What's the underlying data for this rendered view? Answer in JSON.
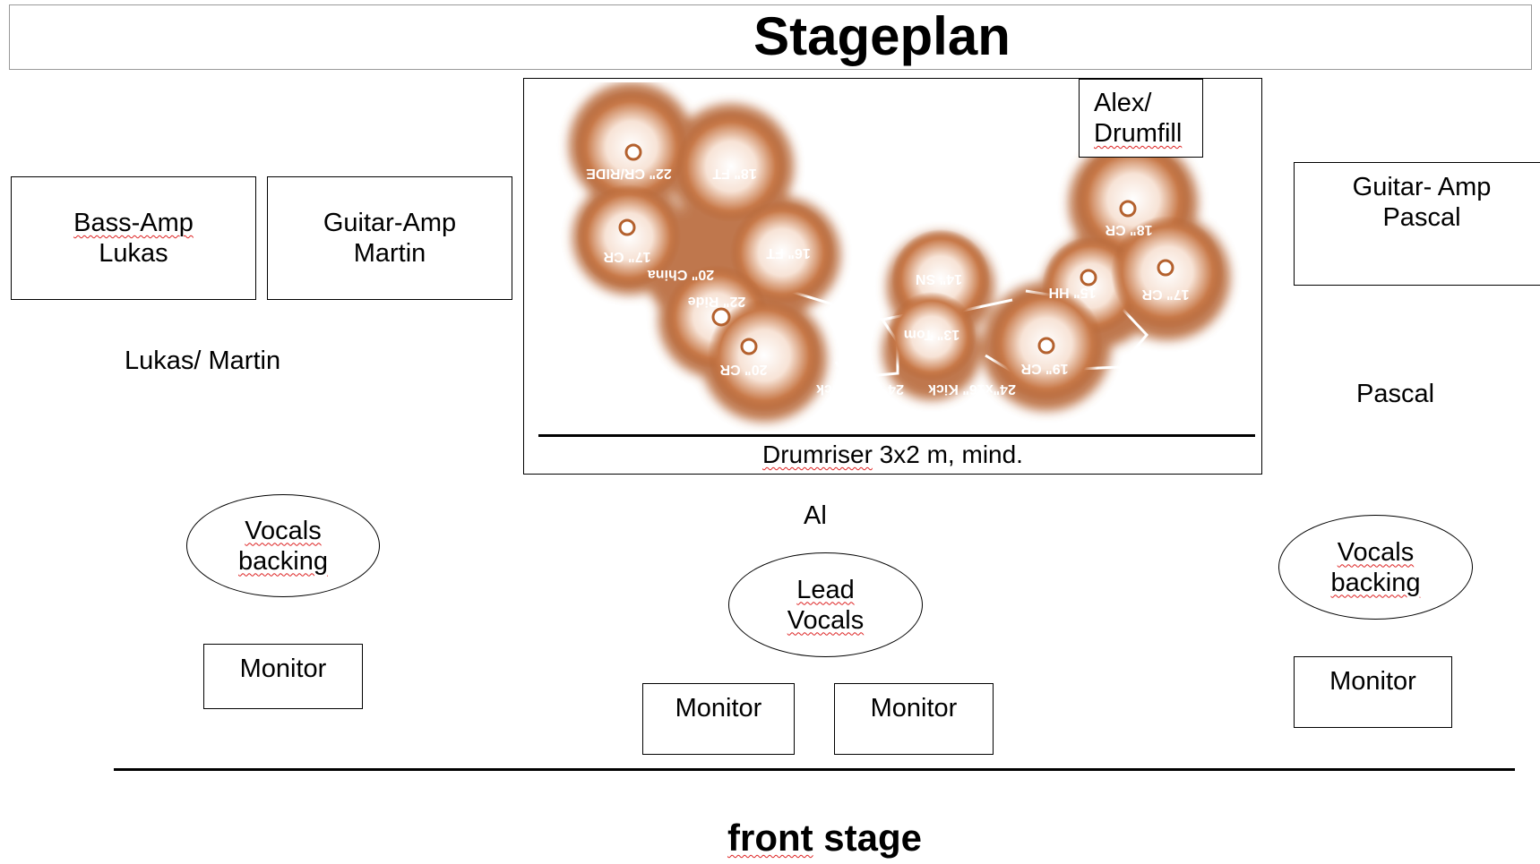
{
  "title": "Stageplan",
  "drumriser_label": "Drumriser",
  "drumriser_rest": " 3x2 m, mind.",
  "drumfill": {
    "line1": "Alex/",
    "line2": "Drumfill"
  },
  "bass_amp": {
    "line1": "Bass-Amp",
    "line2": "Lukas"
  },
  "guitar_amp_martin": {
    "line1": "Guitar-Amp",
    "line2": "Martin"
  },
  "guitar_amp_pascal": {
    "line1": "Guitar- Amp",
    "line2": "Pascal"
  },
  "label_lukas_martin": "Lukas/ Martin",
  "label_pascal": "Pascal",
  "label_al": "Al",
  "vocals_left": {
    "line1": "Vocals",
    "line2": "backing"
  },
  "vocals_right": {
    "line1": "Vocals",
    "line2": "backing"
  },
  "lead_vocals": {
    "line1": "Lead",
    "line2": "Vocals"
  },
  "monitor_left": "Monitor",
  "monitor_center_left": "Monitor",
  "monitor_center_right": "Monitor",
  "monitor_right": "Monitor",
  "front_stage": {
    "word1": "front",
    "word2": " stage"
  },
  "drumkit": {
    "cymbal_22_crride": "22\" CR/RIDE",
    "cymbal_18_ft": "18\" FT",
    "cymbal_17_cr_left": "17\" CR",
    "cymbal_16_ft": "16\" FT",
    "cymbal_20_china": "20\" China",
    "cymbal_22_ride": "22\" Ride",
    "cymbal_20_cr": "20\" CR",
    "drum_14_sn": "14\" SN",
    "drum_13_tom": "13\" Tom",
    "cymbal_18_cr": "18\" CR",
    "cymbal_15_hh": "15\" HH",
    "cymbal_17_cr_right": "17\" CR",
    "cymbal_19_cr": "19\" CR",
    "kick_left": "24\"x16\" Kick",
    "kick_right": "24\"x16\" Kick",
    "kit_color": "#b4612e"
  }
}
